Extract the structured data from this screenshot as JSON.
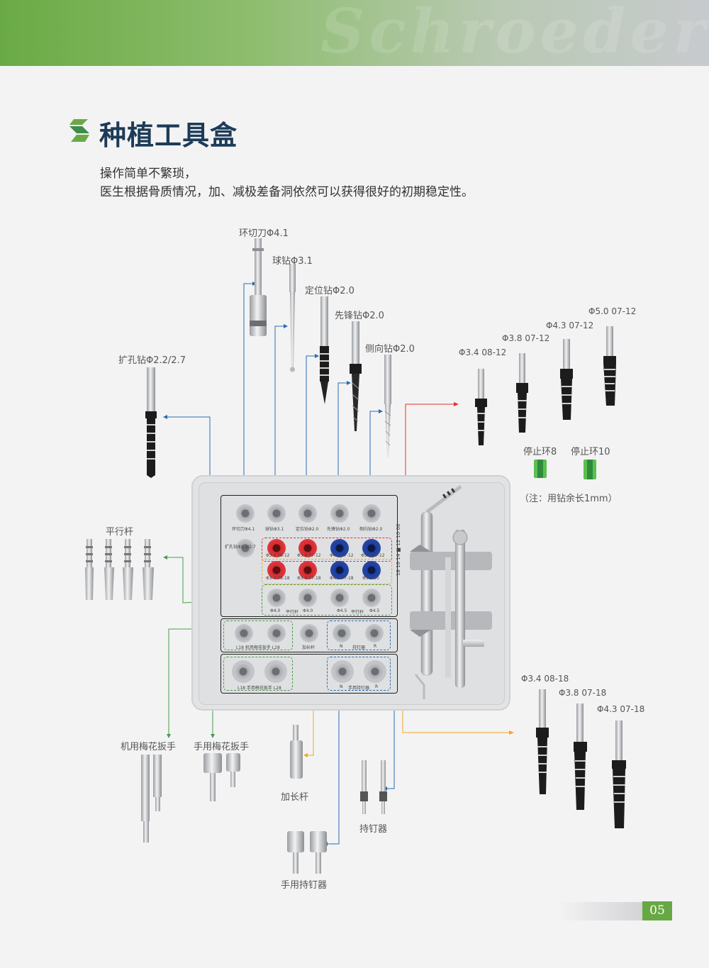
{
  "header": {
    "brand": "Schroeder"
  },
  "title": "种植工具盒",
  "intro": [
    "操作简单不繁琐，",
    "医生根据骨质情况，加、减极差备洞依然可以获得很好的初期稳定性。"
  ],
  "tools": {
    "trephine": "环切刀Φ4.1",
    "ball_drill": "球钻Φ3.1",
    "pilot_drill": "定位钻Φ2.0",
    "lead_drill": "先锋钻Φ2.0",
    "side_drill": "侧向钻Φ2.0",
    "reamer": "扩孔钻Φ2.2/2.7",
    "parallel_pin": "平行杆",
    "machine_wrench": "机用梅花扳手",
    "hand_wrench": "手用梅花扳手",
    "extension": "加长杆",
    "driver": "持钉器",
    "hand_driver": "手用持钉器"
  },
  "drills_top": [
    "Φ3.4 08-12",
    "Φ3.8 07-12",
    "Φ4.3 07-12",
    "Φ5.0 07-12"
  ],
  "drills_bottom": [
    "Φ3.4 08-18",
    "Φ3.8 07-18",
    "Φ4.3 07-18"
  ],
  "stop_rings": [
    "停止环8",
    "停止环10"
  ],
  "stop_note": "（注：用钻余长1mm）",
  "tray_labels": {
    "row1": [
      "环切刀Φ4.1",
      "球钻Φ3.1",
      "定位钻Φ2.0",
      "先锋钻Φ2.0",
      "侧向钻Φ2.0"
    ],
    "row2_first": "扩孔钻Φ2.2/2.7",
    "row2": [
      "Φ3.4 08-12",
      "Φ3.8 07-12",
      "Φ4.3 07-12",
      "Φ5.0 07-12"
    ],
    "row3": [
      "Φ3.4 08-18",
      "Φ3.8 07-18",
      "Φ4.3 07-18",
      "Φ5.0 10"
    ],
    "row4": [
      "Φ4.0",
      "平行杆",
      "Φ4.0",
      "Φ4.5",
      "平行杆",
      "Φ4.5"
    ],
    "mid_panel": [
      "L18 机用梅花扳手 L28",
      "加长杆",
      "N",
      "持钉器",
      "R"
    ],
    "bottom_panel": [
      "L18 手用梅花扳手 L28",
      "N",
      "手用持钉器",
      "R"
    ],
    "wrench_scale": "18 16 14 ■ 12 10 06"
  },
  "colors": {
    "green": "#6aaa45",
    "red": "#e0322f",
    "blue": "#1c4fa6",
    "orange": "#f5a623",
    "dark_green": "#4a9d4b",
    "title": "#1d3b57"
  },
  "page_number": "05"
}
